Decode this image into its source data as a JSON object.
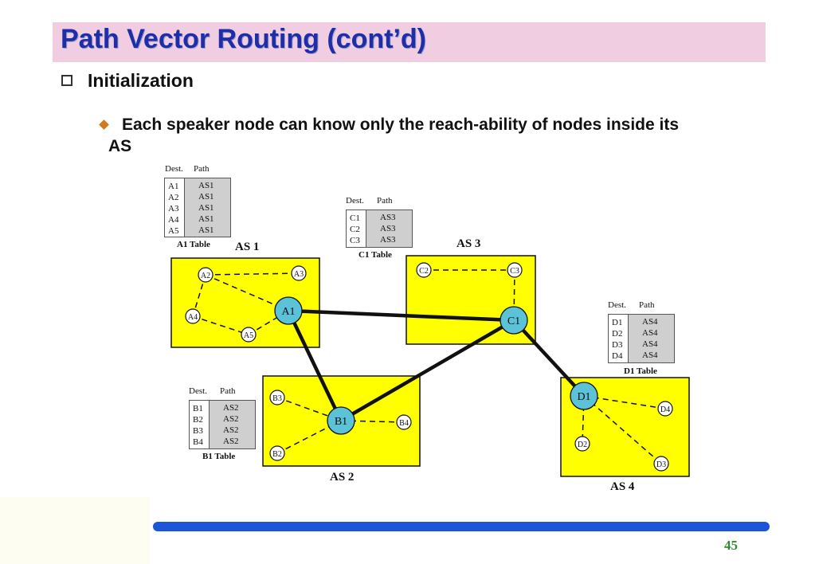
{
  "title": "Path Vector Routing (cont’d)",
  "bullet1": "Initialization",
  "bullet2_line1": "Each speaker node can know only the reach-ability of nodes inside its",
  "bullet2_line2": "AS",
  "page_number": "45",
  "colors": {
    "as_fill": "#ffff00",
    "speaker_fill": "#5bc2d8",
    "title_bg": "#f1cde2",
    "title_text": "#1e2ea8",
    "footer_bar": "#1c56d8"
  },
  "tables": {
    "a1": {
      "dest_header": "Dest.",
      "path_header": "Path",
      "caption": "A1 Table",
      "rows": [
        {
          "dest": "A1",
          "path": "AS1"
        },
        {
          "dest": "A2",
          "path": "AS1"
        },
        {
          "dest": "A3",
          "path": "AS1"
        },
        {
          "dest": "A4",
          "path": "AS1"
        },
        {
          "dest": "A5",
          "path": "AS1"
        }
      ]
    },
    "c1": {
      "dest_header": "Dest.",
      "path_header": "Path",
      "caption": "C1 Table",
      "rows": [
        {
          "dest": "C1",
          "path": "AS3"
        },
        {
          "dest": "C2",
          "path": "AS3"
        },
        {
          "dest": "C3",
          "path": "AS3"
        }
      ]
    },
    "d1": {
      "dest_header": "Dest.",
      "path_header": "Path",
      "caption": "D1 Table",
      "rows": [
        {
          "dest": "D1",
          "path": "AS4"
        },
        {
          "dest": "D2",
          "path": "AS4"
        },
        {
          "dest": "D3",
          "path": "AS4"
        },
        {
          "dest": "D4",
          "path": "AS4"
        }
      ]
    },
    "b1": {
      "dest_header": "Dest.",
      "path_header": "Path",
      "caption": "B1 Table",
      "rows": [
        {
          "dest": "B1",
          "path": "AS2"
        },
        {
          "dest": "B2",
          "path": "AS2"
        },
        {
          "dest": "B3",
          "path": "AS2"
        },
        {
          "dest": "B4",
          "path": "AS2"
        }
      ]
    }
  },
  "as_labels": {
    "as1": "AS 1",
    "as2": "AS 2",
    "as3": "AS 3",
    "as4": "AS 4"
  },
  "nodes": {
    "a1": "A1",
    "a2": "A2",
    "a3": "A3",
    "a4": "A4",
    "a5": "A5",
    "b1": "B1",
    "b2": "B2",
    "b3": "B3",
    "b4": "B4",
    "c1": "C1",
    "c2": "C2",
    "c3": "C3",
    "d1": "D1",
    "d2": "D2",
    "d3": "D3",
    "d4": "D4"
  }
}
